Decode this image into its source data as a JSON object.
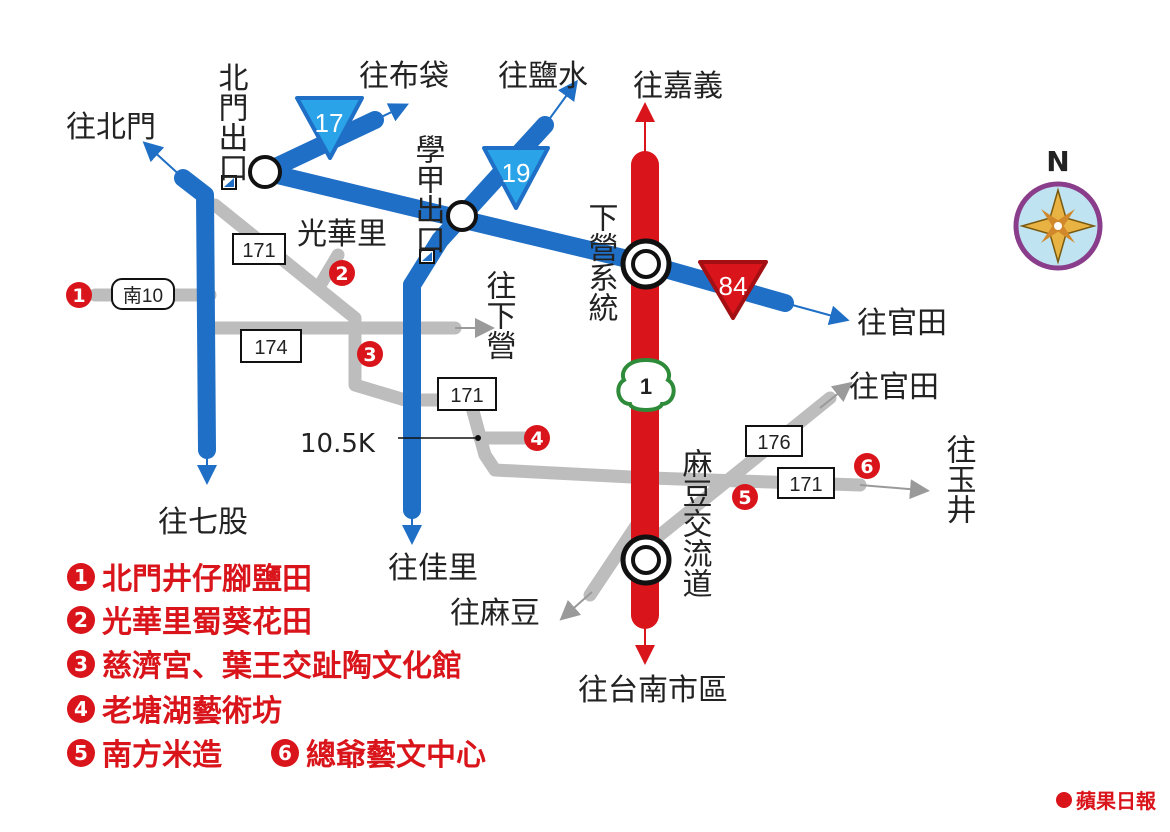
{
  "destinations": {
    "beimen": "往北門",
    "budai": "往布袋",
    "yanshui": "往鹽水",
    "chiayi": "往嘉義",
    "xiaying": "往下營",
    "guantian_1": "往官田",
    "guantian_2": "往官田",
    "qigu": "往七股",
    "jiali": "往佳里",
    "madou": "往麻豆",
    "yujing": "往玉井",
    "tainan": "往台南市區"
  },
  "interchanges": {
    "beimen": "北門出口",
    "xuejia": "學甲出口",
    "xiaying": "下營系統",
    "madou": "麻豆交流道"
  },
  "place_labels": {
    "guanghuali": "光華里"
  },
  "highway_shields": {
    "h17": "17",
    "h19": "19",
    "h84": "84",
    "freeway1": "1"
  },
  "road_numbers": {
    "r171_a": "171",
    "r171_b": "171",
    "r171_c": "171",
    "r174": "174",
    "r176": "176",
    "nan10": "南10"
  },
  "distance_marker": "10.5K",
  "compass": "N",
  "poi_markers": [
    "1",
    "2",
    "3",
    "4",
    "5",
    "6"
  ],
  "legend": [
    {
      "num": "1",
      "text": "北門井仔腳鹽田"
    },
    {
      "num": "2",
      "text": "光華里蜀葵花田"
    },
    {
      "num": "3",
      "text": "慈濟宮、葉王交趾陶文化館"
    },
    {
      "num": "4",
      "text": "老塘湖藝術坊"
    },
    {
      "num": "5",
      "text": "南方米造"
    },
    {
      "num": "6",
      "text": "總爺藝文中心"
    }
  ],
  "source_logo": "蘋果日報",
  "colors": {
    "expressway_blue": "#1f6fc6",
    "freeway_red": "#d9151b",
    "local_road_gray": "#bdbdbd",
    "shield_blue": "#2aa3e8",
    "shield_red": "#d9151b",
    "freeway_shield_green": "#2e8b3a"
  }
}
